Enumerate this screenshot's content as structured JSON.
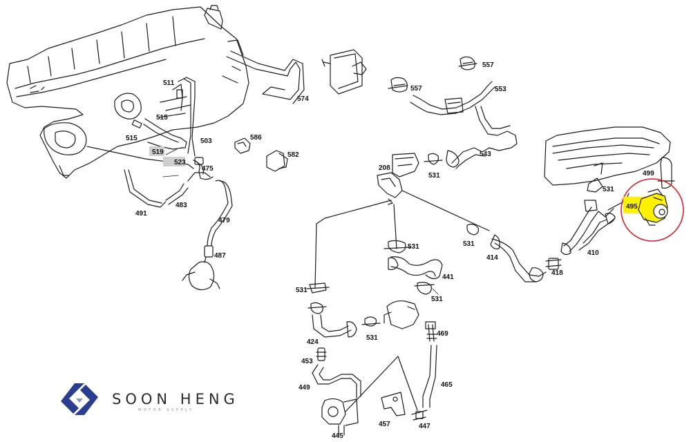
{
  "brand": {
    "name": "SOON HENG",
    "tagline": "MOTOR SUPPLY",
    "color": "#2b3d8f"
  },
  "highlight": {
    "color": "#fff200",
    "circle_color": "#d91e2a"
  },
  "labels": {
    "p511": "511",
    "p515a": "515",
    "p515b": "515",
    "p519": "519",
    "p523": "523",
    "p503": "503",
    "p475": "475",
    "p483": "483",
    "p491": "491",
    "p479": "479",
    "p487": "487",
    "p574": "574",
    "p586": "586",
    "p582": "582",
    "p557a": "557",
    "p557b": "557",
    "p553": "553",
    "p543": "543",
    "p531a": "531",
    "p208": "208",
    "p531b": "531",
    "p499": "499",
    "p495": "495",
    "p531c": "531",
    "p531d": "531",
    "p414": "414",
    "p418": "418",
    "p410": "410",
    "p441": "441",
    "p531e": "531",
    "p531f": "531",
    "p531g": "531",
    "p424": "424",
    "p469": "469",
    "p453": "453",
    "p449": "449",
    "p465": "465",
    "p457": "457",
    "p447": "447",
    "p445": "445"
  }
}
